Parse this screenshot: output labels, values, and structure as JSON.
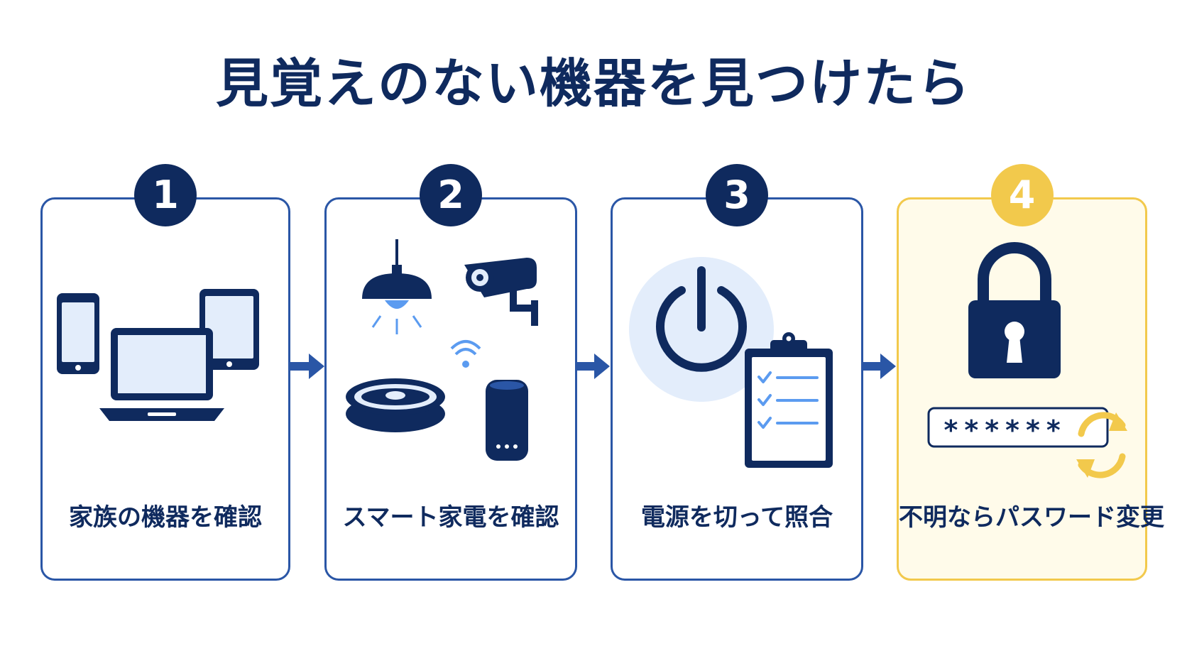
{
  "title": "見覚えのない機器を見つけたら",
  "colors": {
    "navy": "#0f2a5e",
    "border_blue": "#2a56a6",
    "light_blue": "#5b9bf0",
    "pale_blue": "#e3edfb",
    "yellow": "#f2c94c",
    "cream": "#fffbea"
  },
  "steps": [
    {
      "number": "1",
      "label": "家族の機器を確認",
      "icons": [
        "smartphone-icon",
        "laptop-icon",
        "tablet-icon"
      ]
    },
    {
      "number": "2",
      "label": "スマート家電を確認",
      "icons": [
        "pendant-lamp-icon",
        "security-camera-icon",
        "robot-vacuum-icon",
        "smart-speaker-icon",
        "wifi-icon"
      ]
    },
    {
      "number": "3",
      "label": "電源を切って照合",
      "icons": [
        "power-icon",
        "checklist-clipboard-icon"
      ]
    },
    {
      "number": "4",
      "label": "不明ならパスワード変更",
      "icons": [
        "padlock-icon",
        "password-field-icon",
        "refresh-icon"
      ],
      "password_mask": "******"
    }
  ]
}
